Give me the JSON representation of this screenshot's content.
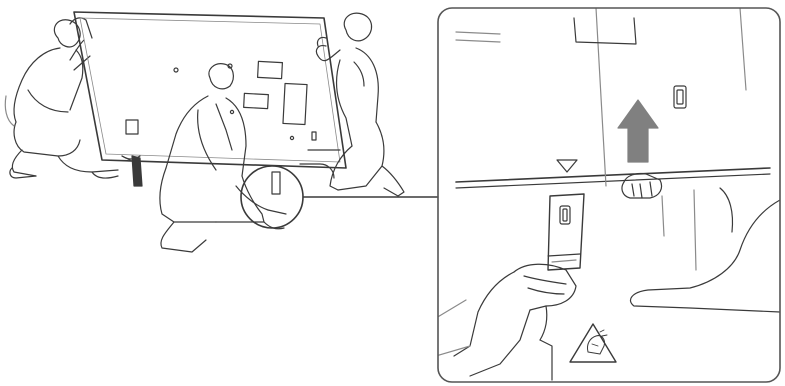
{
  "figure": {
    "line_color": "#3a3a3a",
    "light_line_color": "#8a8a8a",
    "panel_border_color": "#555555",
    "arrow_color": "#808080",
    "background": "#ffffff",
    "icons": [
      "tv-back-panel",
      "kneeling-person",
      "detail-zoom-circle",
      "up-arrow",
      "down-triangle-marker",
      "pinch-warning-icon"
    ]
  }
}
